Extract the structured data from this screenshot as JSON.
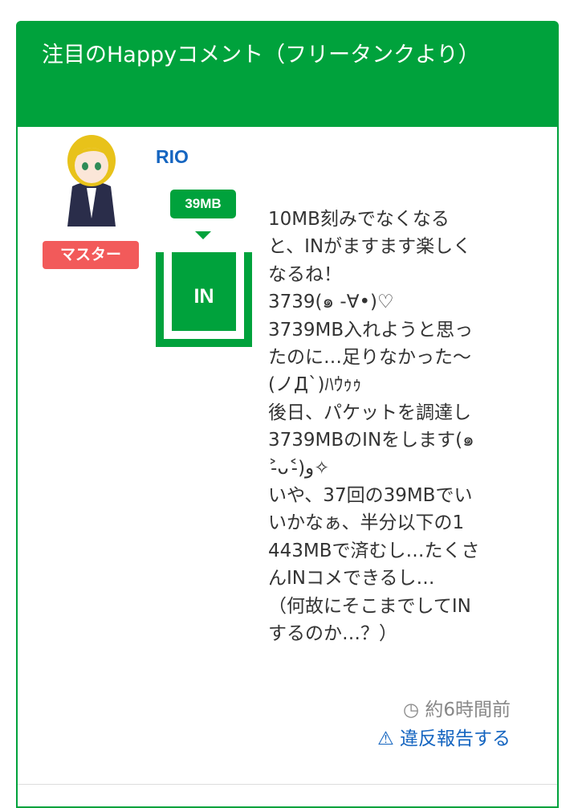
{
  "header": {
    "title": "注目のHappyコメント（フリータンクより）"
  },
  "comment": {
    "user": "RIO",
    "rank_badge": "マスター",
    "amount": "39MB",
    "in_label": "IN",
    "lines": [
      "10MB刻みでなくなる",
      "と、INがますます楽しく",
      "なるね！",
      "3739(๑ -∀•)♡",
      "3739MB入れようと思っ",
      "たのに…足りなかった〜",
      "(ノД`)ﾊｳｩｩ",
      "後日、パケットを調達し",
      "3739MBのINをします(๑",
      "˃̵ᴗ˂̵)و✧",
      "いや、37回の39MBでい",
      "いかなぁ、半分以下の1",
      "443MBで済むし…たくさ",
      "んINコメできるし…",
      "（何故にそこまでしてIN",
      "するのか…？）"
    ],
    "time": "約6時間前",
    "report": "違反報告する"
  },
  "colors": {
    "accent": "#00a23c",
    "badge": "#f25a5a",
    "link": "#1565c0"
  }
}
